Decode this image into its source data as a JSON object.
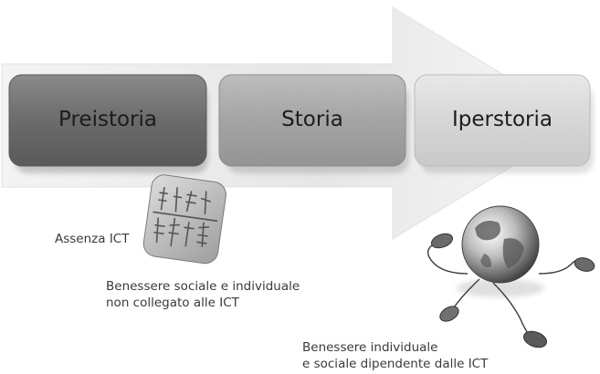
{
  "phases": [
    {
      "label": "Preistoria",
      "color": "#6b6b6b"
    },
    {
      "label": "Storia",
      "color": "#a3a3a3"
    },
    {
      "label": "Iperstoria",
      "color": "#d8d8d8"
    }
  ],
  "captions": {
    "assenza": "Assenza ICT",
    "storia_line1": "Benessere sociale e individuale",
    "storia_line2": "non collegato alle ICT",
    "iperstoria_line1": "Benessere individuale",
    "iperstoria_line2": "e sociale dipendente dalle ICT"
  },
  "images": {
    "tablet": "clay-tablet-icon",
    "globe": "globe-with-computer-mice-icon"
  }
}
